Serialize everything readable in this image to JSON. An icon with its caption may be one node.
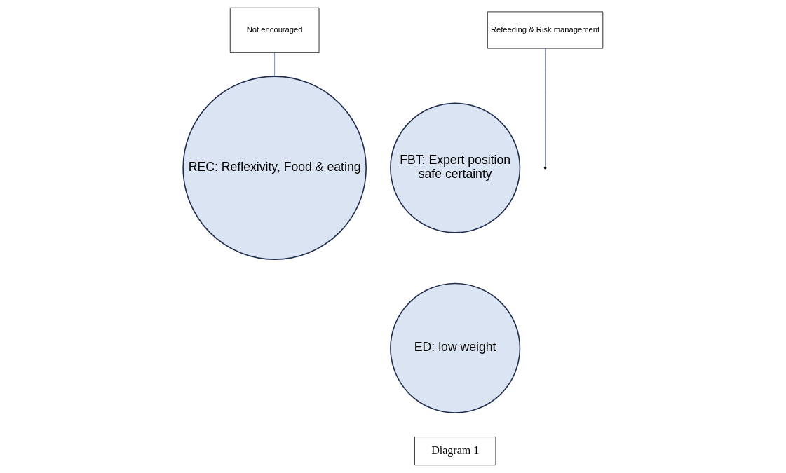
{
  "diagram": {
    "nodes": [
      {
        "text": [
          "Not encouraged"
        ]
      },
      {
        "text": [
          "REC: Reflexivity, Food & eating"
        ]
      },
      {
        "text": [
          "FBT: Expert position",
          "safe certainty"
        ]
      },
      {
        "text": [
          "Refeeding & Risk management"
        ]
      },
      {
        "text": [
          "ED: low weight"
        ]
      },
      {
        "text": [
          "Diagram 1"
        ]
      }
    ],
    "edges": [
      {
        "from": 0,
        "to": 1,
        "arrow": "none",
        "color": "#4472c4"
      },
      {
        "from": 3,
        "to": null,
        "arrow": "none",
        "color": "#4472c4"
      }
    ]
  }
}
